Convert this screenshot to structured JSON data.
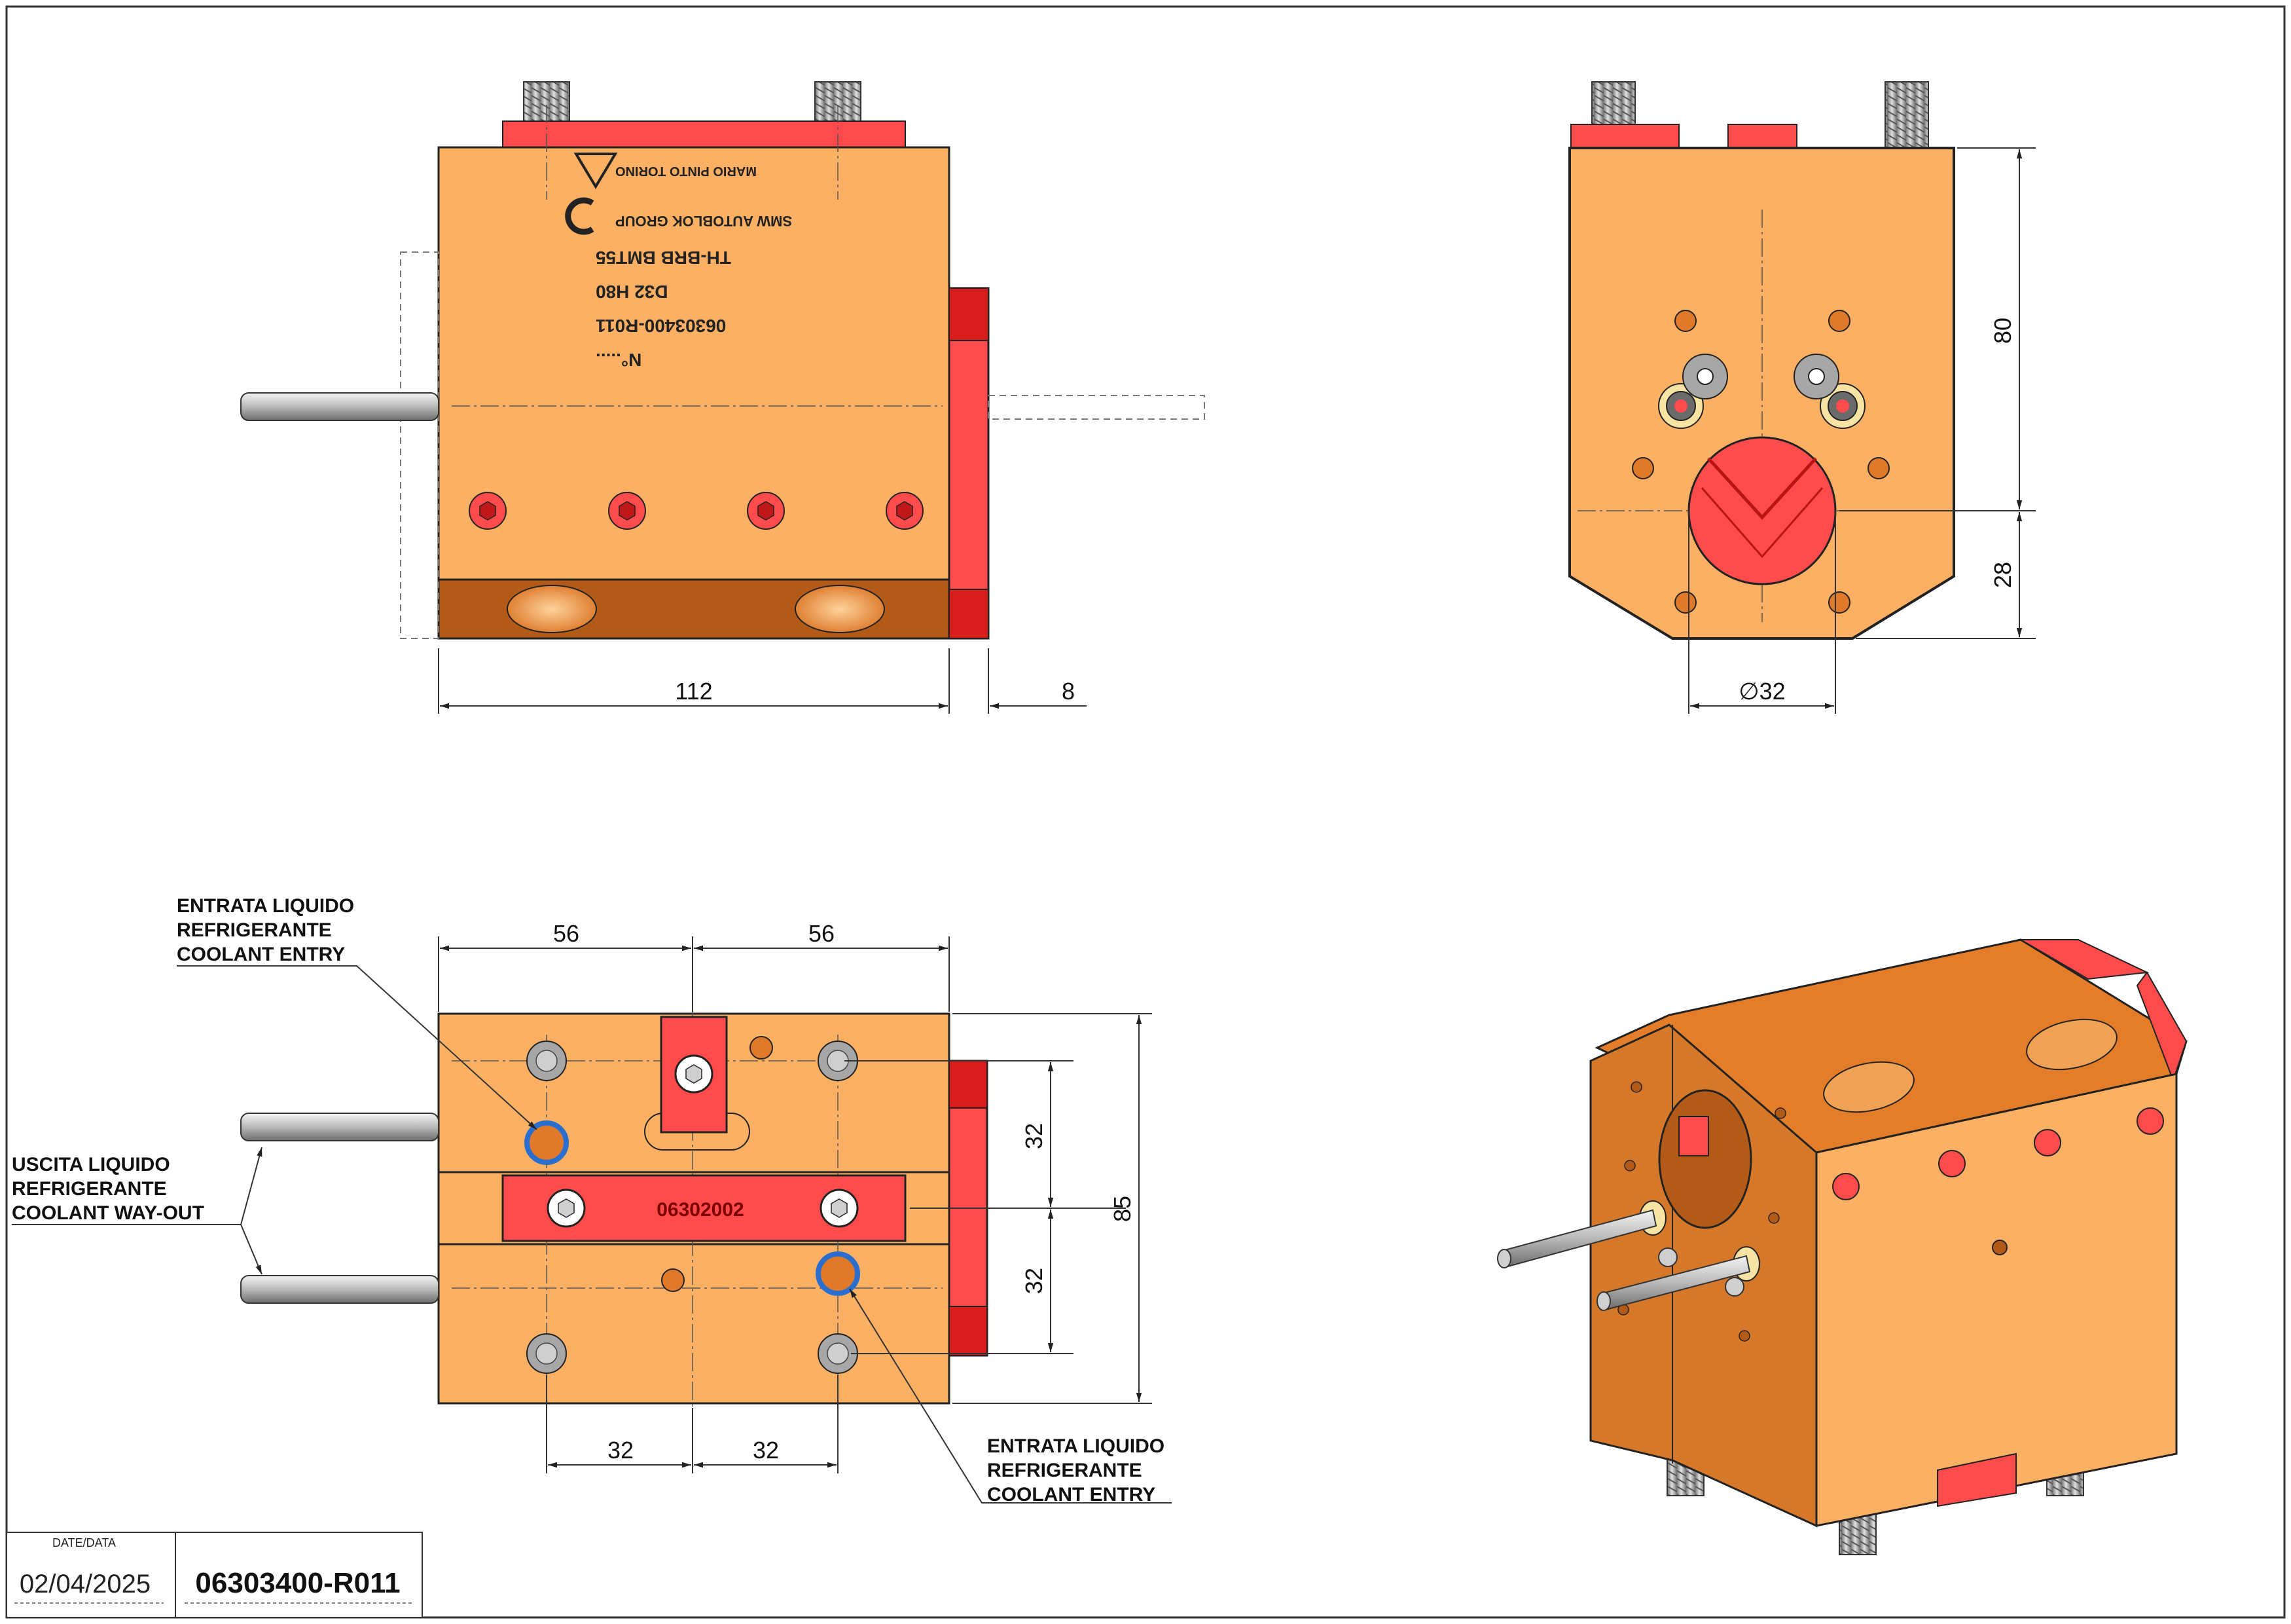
{
  "drawing": {
    "drawing_number": "06303400-R011",
    "date_label": "DATE/DATA",
    "date": "02/04/2025"
  },
  "front_view": {
    "engraving": [
      "N°.....",
      "06303400-R011",
      "D32 H80",
      "TH-BRB BMT55",
      "SMW AUTOBLOK GROUP",
      "MARIO PINTO TORINO"
    ],
    "dim_length": "112",
    "dim_flange": "8"
  },
  "side_view": {
    "dim_height_upper": "80",
    "dim_height_lower": "28",
    "dim_bore": "∅32"
  },
  "bottom_view": {
    "plate_code": "06302002",
    "dim_top_left": "56",
    "dim_top_right": "56",
    "dim_vertical_upper": "32",
    "dim_vertical_lower": "32",
    "dim_height": "85",
    "dim_bottom_left": "32",
    "dim_bottom_right": "32",
    "coolant_entry_top": [
      "ENTRATA LIQUIDO",
      "REFRIGERANTE",
      "COOLANT ENTRY"
    ],
    "coolant_way_out": [
      "USCITA LIQUIDO",
      "REFRIGERANTE",
      "COOLANT WAY-OUT"
    ],
    "coolant_entry_bottom": [
      "ENTRATA LIQUIDO",
      "REFRIGERANTE",
      "COOLANT ENTRY"
    ]
  },
  "colors": {
    "body": "#fbb064",
    "body_dark": "#b35a18",
    "body_shade": "#d6782a",
    "accent_red": "#ff4b4b",
    "deep_red": "#d81c1c",
    "bolt_grey": "#a7a7a7",
    "coolant_ring": "#2a6fd0"
  }
}
